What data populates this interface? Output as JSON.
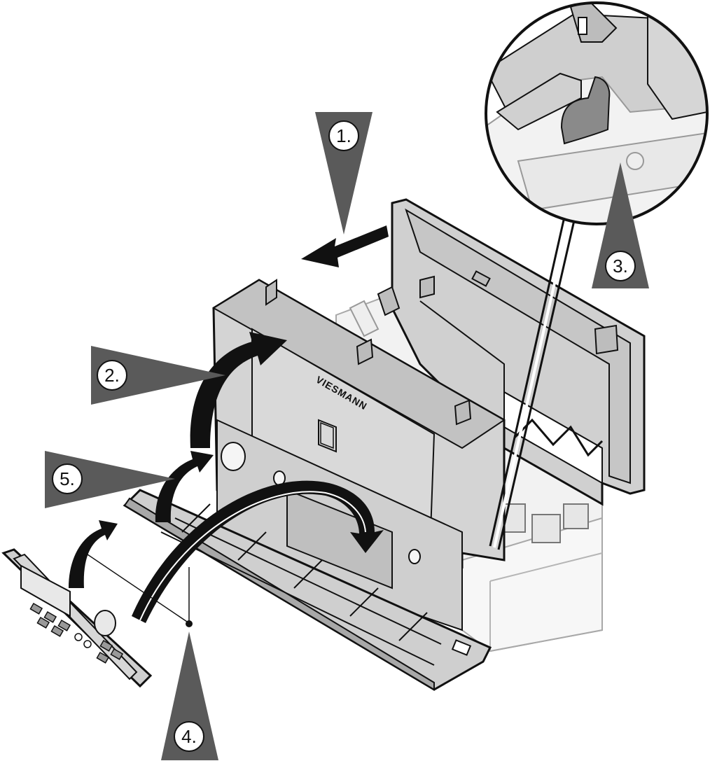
{
  "steps": [
    {
      "label": "1."
    },
    {
      "label": "2."
    },
    {
      "label": "3."
    },
    {
      "label": "4."
    },
    {
      "label": "5."
    }
  ],
  "logo": {
    "text": "VIESMANN"
  },
  "colors": {
    "pointer": "#5a5a5a",
    "housing": "#d3d3d3",
    "base": "#efefef",
    "outline": "#111111",
    "clip": "#8a8a8a"
  }
}
